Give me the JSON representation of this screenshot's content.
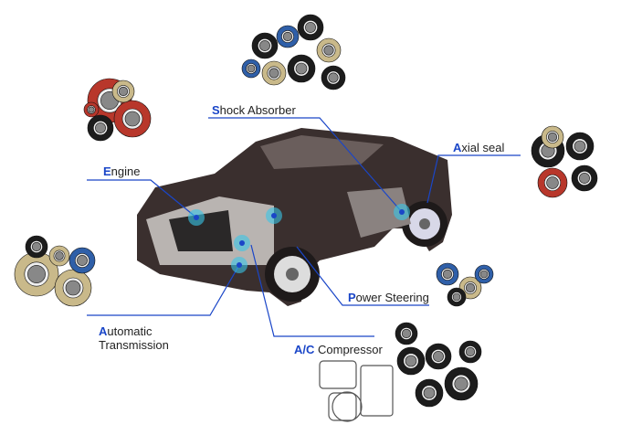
{
  "labels": {
    "engine": {
      "first": "E",
      "rest": "ngine"
    },
    "shock": {
      "first": "S",
      "rest": "hock Absorber"
    },
    "axial": {
      "first": "A",
      "rest": "xial seal"
    },
    "power": {
      "first": "P",
      "rest": "ower Steering"
    },
    "auto": {
      "first": "A",
      "rest": "utomatic",
      "line2": "Transmission"
    },
    "ac": {
      "first": "A/C",
      "rest": " Compressor"
    }
  },
  "colors": {
    "accent": "#1a46c8",
    "car_body": "#3a2f2e",
    "seal_red": "#b8372b",
    "seal_blue": "#2f5fa8",
    "seal_black": "#1c1c1c",
    "seal_tan": "#c9b98a"
  }
}
